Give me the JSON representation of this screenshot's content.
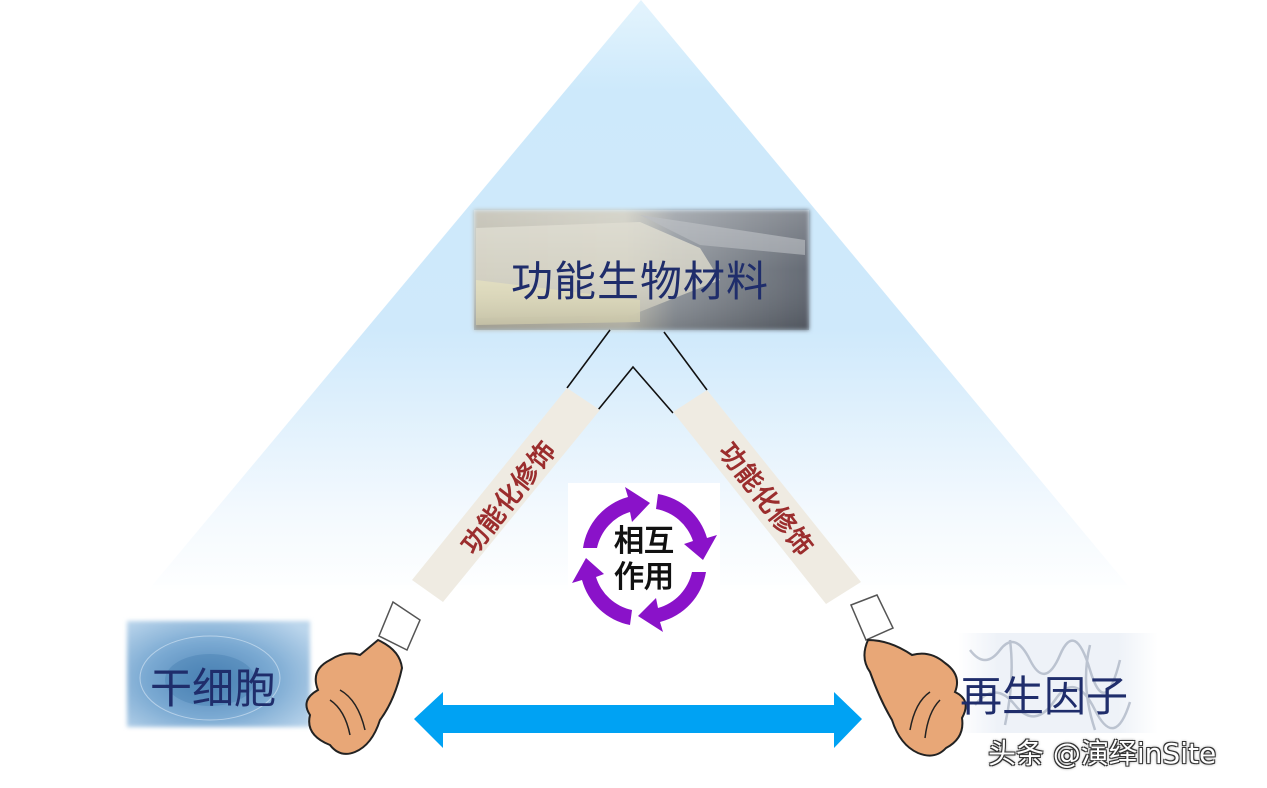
{
  "diagram": {
    "title_node": {
      "label": "功能生物材料",
      "image": "biomaterial-photo"
    },
    "left_node": {
      "label": "干细胞",
      "image": "stem-cell-photo"
    },
    "right_node": {
      "label": "再生因子",
      "image": "protein-structure-photo"
    },
    "left_connector": {
      "label": "功能化修饰"
    },
    "right_connector": {
      "label": "功能化修饰"
    },
    "center": {
      "label_line1": "相互",
      "label_line2": "作用",
      "icon": "cycle-arrows-icon"
    },
    "bottom_arrow": {
      "icon": "double-arrow-icon"
    },
    "colors": {
      "triangle_top": "#cde9fb",
      "triangle_bottom": "#ffffff",
      "node_text": "#1f2d6b",
      "connector_fill": "#efebe2",
      "connector_text": "#9b2d2d",
      "cycle_purple": "#8a12c9",
      "double_arrow": "#00a2f3",
      "hand_skin": "#e8a777"
    }
  },
  "watermark": {
    "text": "头条 @演绎inSite"
  }
}
